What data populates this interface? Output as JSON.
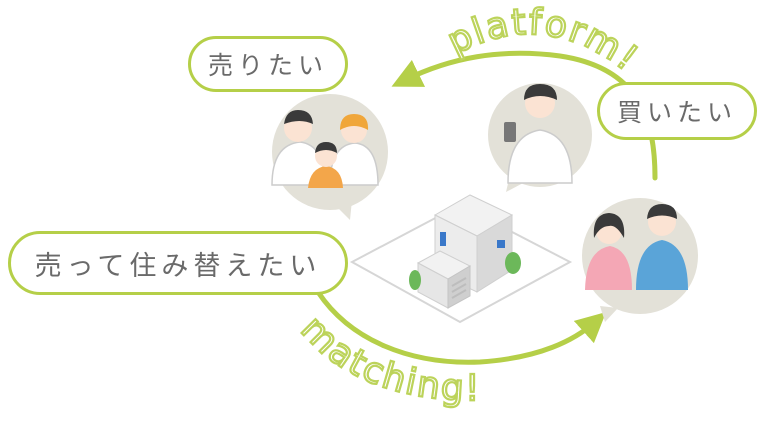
{
  "labels": {
    "sell": "売りたい",
    "buy": "買いたい",
    "sell_and_move": "売って住み替えたい"
  },
  "curve_texts": {
    "platform": "platform!",
    "matching": "matching!"
  },
  "colors": {
    "accent_green": "#b5cf48",
    "bubble_gray": "#e3e1d8",
    "text_gray": "#6a6a6a",
    "house_gray": "#cfcfcf",
    "window_blue": "#3a78c9",
    "tree_green": "#6cb85a"
  }
}
